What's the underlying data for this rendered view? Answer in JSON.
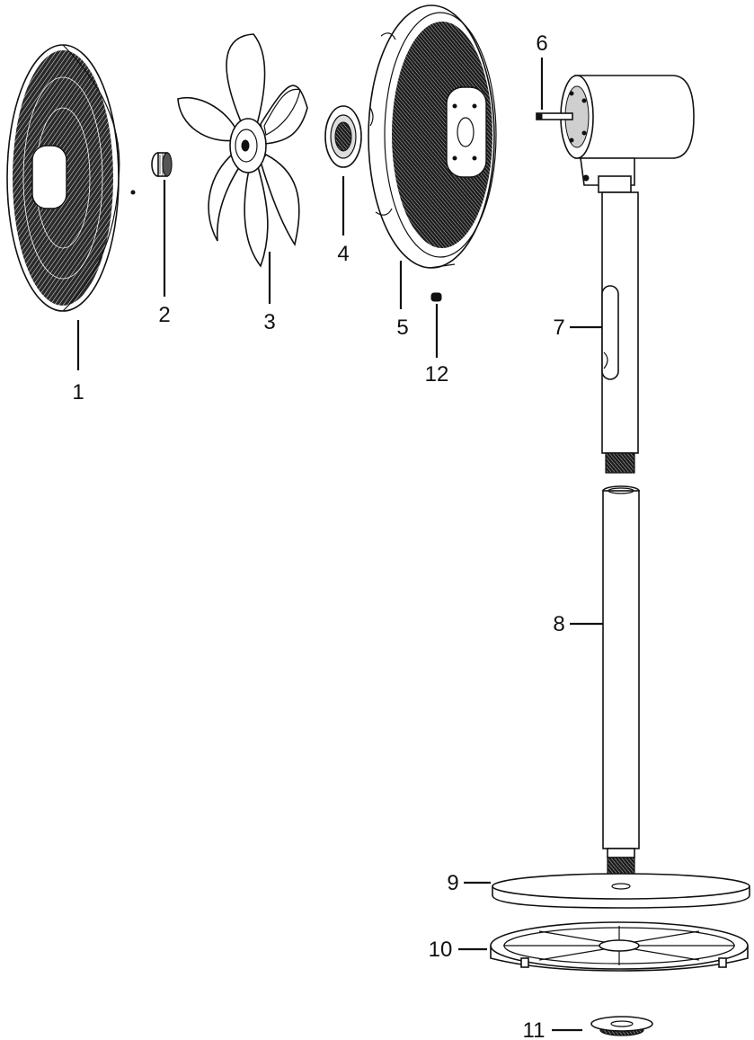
{
  "parts": [
    {
      "id": "front-grille",
      "number": "1"
    },
    {
      "id": "blade-nut",
      "number": "2"
    },
    {
      "id": "fan-blade",
      "number": "3"
    },
    {
      "id": "rear-grille-nut",
      "number": "4"
    },
    {
      "id": "rear-grille",
      "number": "5"
    },
    {
      "id": "motor-shaft",
      "number": "6"
    },
    {
      "id": "upper-pole",
      "number": "7"
    },
    {
      "id": "lower-pole",
      "number": "8"
    },
    {
      "id": "base-cover",
      "number": "9"
    },
    {
      "id": "base-frame",
      "number": "10"
    },
    {
      "id": "base-lock-nut",
      "number": "11"
    },
    {
      "id": "screw",
      "number": "12"
    }
  ]
}
